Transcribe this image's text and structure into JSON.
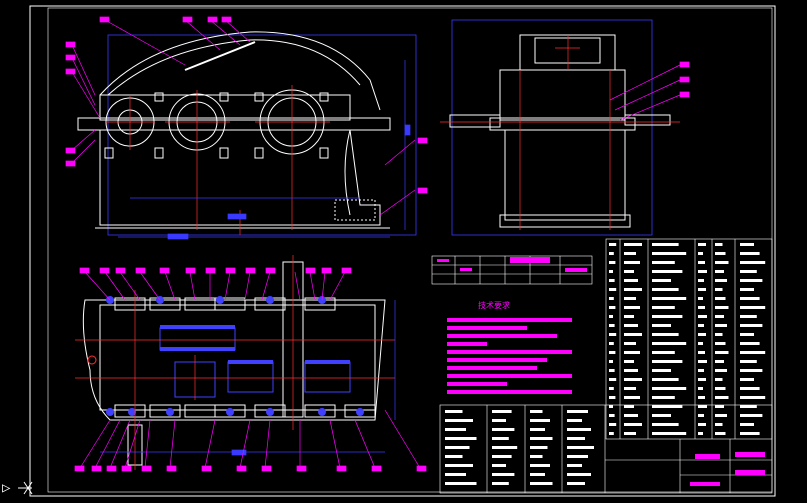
{
  "viewport": {
    "background": "#000000",
    "command_prompt": "▷",
    "ucs_marker": "X"
  },
  "colors": {
    "outline": "#ffffff",
    "centerline": "#ff3030",
    "dimension": "#3a3aff",
    "leader": "#ff00ff",
    "blue_part": "#4040ff",
    "highlight": "#ff00ff",
    "table_text": "#ffffff"
  },
  "drawing": {
    "title": "技术要求",
    "views": [
      "front-view",
      "side-view",
      "top-section-view"
    ]
  }
}
